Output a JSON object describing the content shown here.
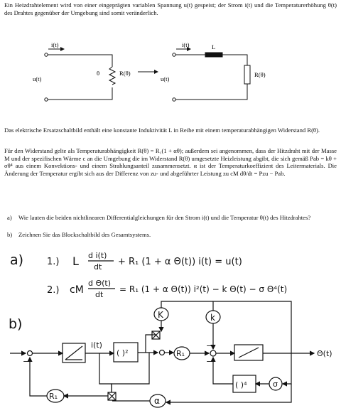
{
  "problem": {
    "intro": "Ein Heizdrahtelement wird von einer eingeprägten variablen Spannung u(t) gespeist; der Strom i(t) und die Temperaturerhöhung θ(t) des Drahtes gegenüber der Umgebung sind somit veränderlich.",
    "ersatz": "Das elektrische Ersatzschaltbild enthält eine konstante Induktivität L in Reihe mit einem temperaturabhängigen Widerstand R(θ).",
    "widerstand": "Für den Widerstand gelte als Temperaturabhängigkeit R(θ) = R₁(1 + αθ); außerdem sei angenommen, dass der Hitzdraht mit der Masse M und der spezifischen Wärme c an die Umgebung die im Widerstand R(θ) umgesetzte Heizleistung abgibt, die sich gemäß Pab = kθ + σθ⁴ aus einem Konvektions- und einem Strahlungsanteil zusammensetzt. α ist der Temperaturkoeffizient des Leitermaterials. Die Änderung der Temperatur ergibt sich aus der Differenz von zu- und abgeführter Leistung zu cM dθ/dt = Pzu − Pab.",
    "q_a_label": "a)",
    "q_a_text": "Wie lauten die beiden nichtlinearen Differentialgleichungen für den Strom i(t) und die Temperatur θ(t) des Hitzdrahtes?",
    "q_b_label": "b)",
    "q_b_text": "Zeichnen Sie das Blockschaltbild des Gesamtsystems."
  },
  "circuit1": {
    "current": "i(t)",
    "voltage": "u(t)",
    "theta": "θ",
    "resistor": "R(θ)"
  },
  "circuit2": {
    "current": "i(t)",
    "voltage": "u(t)",
    "inductor": "L",
    "resistor": "R(θ)"
  },
  "handwriting": {
    "a_label": "a)",
    "eq1_num": "1.)",
    "eq1_left": "L",
    "eq1_frac_num": "d i(t)",
    "eq1_frac_den": "dt",
    "eq1_right": "+ R₁ (1 + α Θ(t)) i(t) = u(t)",
    "eq2_num": "2.)",
    "eq2_left": "cM",
    "eq2_frac_num": "d Θ(t)",
    "eq2_frac_den": "dt",
    "eq2_right": "= R₁ (1 + α Θ(t)) i²(t) − k Θ(t) − σ Θ⁴(t)",
    "b_label": "b)",
    "block_k": "k",
    "block_kappa": "K",
    "block_sq": "( )²",
    "block_r1": "R₁",
    "block_r1_left": "R₁",
    "block_alpha": "α",
    "block_pow4": "( )⁴",
    "block_sigma": "σ",
    "signal_i": "i(t)",
    "signal_theta": "Θ(t)",
    "sign_minus1": "−",
    "sign_minus2": "−",
    "sign_minus3": "−"
  }
}
